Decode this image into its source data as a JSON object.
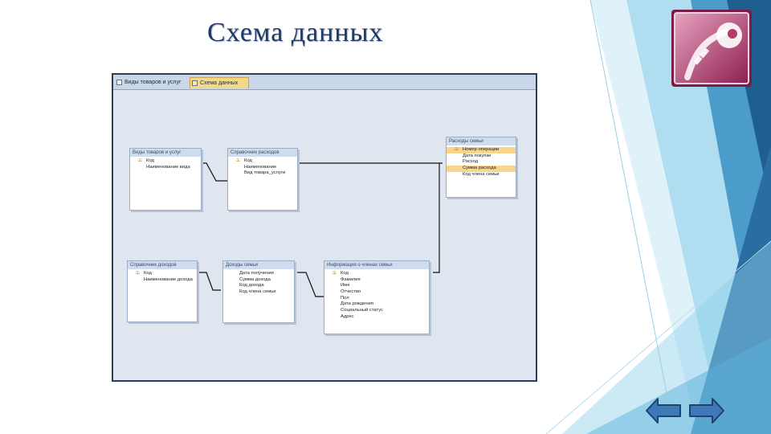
{
  "slide": {
    "title": "Схема данных"
  },
  "tabs": [
    {
      "label": "Виды товаров и услуг",
      "active": false
    },
    {
      "label": "Схема данных",
      "active": true
    }
  ],
  "tables": [
    {
      "title": "Виды товаров и услуг",
      "fields": [
        "Код",
        "Наименование вида"
      ],
      "key_index": 0
    },
    {
      "title": "Справочник расходов",
      "fields": [
        "Код",
        "Наименование",
        "Вид товара_услуги"
      ],
      "key_index": 0
    },
    {
      "title": "Расходы семьи",
      "fields": [
        "Номер операции",
        "Дата покупки",
        "Расход",
        "Сумма расхода",
        "Код члена семьи"
      ],
      "key_index": 0,
      "highlighted": [
        0,
        3
      ]
    },
    {
      "title": "Справочник доходов",
      "fields": [
        "Код",
        "Наименование дохода"
      ],
      "key_index": 0
    },
    {
      "title": "Доходы семьи",
      "fields": [
        "Дата получения",
        "Сумма дохода",
        "Код дохода",
        "Код члена семьи"
      ],
      "key_index": -1
    },
    {
      "title": "Информация о членах семьи",
      "fields": [
        "Код",
        "Фамилия",
        "Имя",
        "Отчество",
        "Пол",
        "Дата рождения",
        "Социальный статус",
        "Адрес"
      ],
      "key_index": 0
    }
  ],
  "icons": {
    "key": "key-icon",
    "logo": "ms-access-logo-icon",
    "prev": "arrow-left-icon",
    "next": "arrow-right-icon"
  },
  "colors": {
    "title": "#1f3a68",
    "highlight": "#f8d58c",
    "nav_button": "#3f78b8",
    "logo": "#b33a6d",
    "deco_blue": "#2a6da3"
  }
}
